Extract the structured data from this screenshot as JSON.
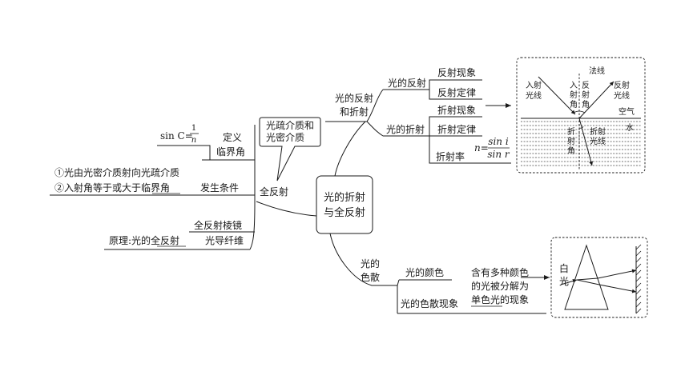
{
  "center": {
    "line1": "光的折射",
    "line2": "与全反射"
  },
  "reflection_refraction": {
    "branch": {
      "line1": "光的反射",
      "line2": "和折射"
    },
    "reflection": {
      "label": "光的反射",
      "items": [
        "反射现象",
        "反射定律"
      ]
    },
    "refraction": {
      "label": "光的折射",
      "items": [
        "折射现象",
        "折射定律",
        "折射率"
      ],
      "formula": {
        "lhs": "n=",
        "num": "sin i",
        "den": "sin r"
      }
    },
    "figure": {
      "normal": "法线",
      "incident": {
        "line1": "入射",
        "line2": "光线"
      },
      "incidence_angle": [
        "入",
        "射",
        "角"
      ],
      "reflection_angle": [
        "反",
        "射",
        "角"
      ],
      "reflected": {
        "line1": "反射",
        "line2": "光线"
      },
      "air": "空气",
      "water": "水",
      "refraction_angle": [
        "折",
        "射",
        "角"
      ],
      "refracted": {
        "line1": "折射",
        "line2": "光线"
      }
    }
  },
  "total_reflection": {
    "label": "全反射",
    "callout": {
      "line1": "光疏介质和",
      "line2": "光密介质"
    },
    "critical_angle": {
      "label": "临界角",
      "definition_label": "定义",
      "formula": {
        "lhs": "sin C=",
        "num": "1",
        "den": "n"
      }
    },
    "conditions": {
      "label": "发生条件",
      "item1": "①光由光密介质射向光疏介质",
      "item2_prefix": "②入射角等于或大于",
      "item2_key": "临界角"
    },
    "prism": "全反射棱镜",
    "fiber": {
      "label": "光导纤维",
      "principle_prefix": "原理:光的",
      "principle_key": "全反射"
    }
  },
  "dispersion": {
    "branch": {
      "line1": "光的",
      "line2": "色散"
    },
    "color": "光的颜色",
    "phenomenon": {
      "label": "光的色散现象",
      "line1": "含有多种颜色",
      "line2": "的光被分解为",
      "line3_key": "单色光",
      "line3_suffix": "的现象"
    },
    "figure": {
      "white_light_1": "白",
      "white_light_2": "光"
    }
  }
}
